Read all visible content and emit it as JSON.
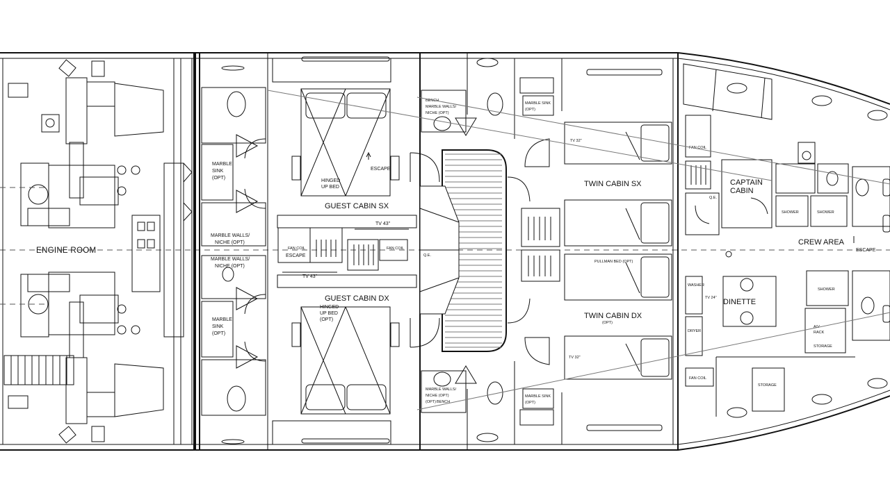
{
  "labels": {
    "engine_room": "ENGINE ROOM",
    "guest_cabin_sx": "GUEST CABIN SX",
    "guest_cabin_dx": "GUEST CABIN DX",
    "twin_cabin_sx": "TWIN CABIN SX",
    "twin_cabin_dx": "TWIN CABIN DX",
    "twin_cabin_dx_opt": "(OPT)",
    "captain_cabin_1": "CAPTAIN",
    "captain_cabin_2": "CABIN",
    "crew_area": "CREW AREA",
    "dinette": "DINETTE",
    "escape": "ESCAPE",
    "hinged_1": "HINGED",
    "hinged_2": "UP BED",
    "hinged_3": "(OPT)",
    "marble_sink_1": "MARBLE",
    "marble_sink_2": "SINK",
    "marble_sink_3": "(OPT)",
    "marble_walls_1": "MARBLE WALLS/",
    "marble_walls_2": "NICHE (OPT)",
    "bench": "BENCH",
    "bench_niche_1": "MARBLE WALLS/",
    "bench_niche_2": "NICHE (OPT)",
    "marble_sink_one": "MARBLE SINK",
    "opt": "(OPT)",
    "tv43": "TV 43\"",
    "tv32": "TV 32\"",
    "tv24": "TV 24\"",
    "pullman": "PULLMAN BED (OPT)",
    "fan_coil": "FAN COIL",
    "qe": "Q.E.",
    "shower": "SHOWER",
    "washer": "WASHER",
    "dryer": "DRYER",
    "av_rack_1": "A/V",
    "av_rack_2": "RACK",
    "storage": "STORAGE"
  }
}
